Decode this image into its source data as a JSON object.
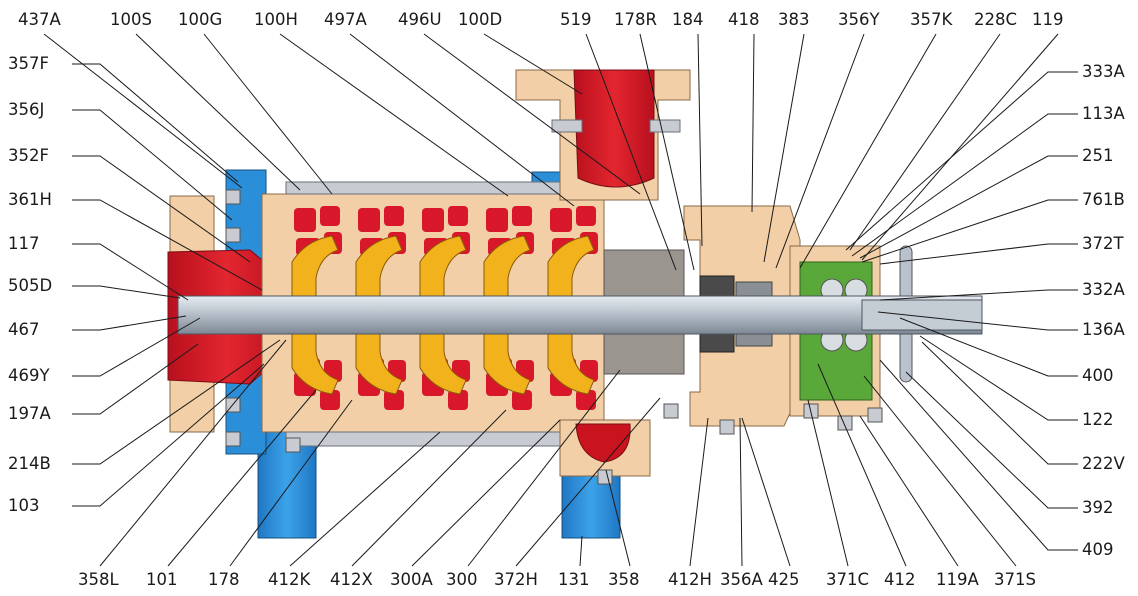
{
  "diagram": {
    "top_labels": [
      "437A",
      "100S",
      "100G",
      "100H",
      "497A",
      "496U",
      "100D",
      "519",
      "178R",
      "184",
      "418",
      "383",
      "356Y",
      "357K",
      "228C",
      "119"
    ],
    "left_labels": [
      "357F",
      "356J",
      "352F",
      "361H",
      "117",
      "505D",
      "467",
      "469Y",
      "197A",
      "214B",
      "103"
    ],
    "right_labels": [
      "333A",
      "113A",
      "251",
      "761B",
      "372T",
      "332A",
      "136A",
      "400",
      "122",
      "222V",
      "392",
      "409"
    ],
    "bottom_labels": [
      "358L",
      "101",
      "178",
      "412K",
      "412X",
      "300A",
      "300",
      "372H",
      "131",
      "358",
      "412H",
      "356A",
      "425",
      "371C",
      "412",
      "119A",
      "371S"
    ]
  },
  "colors": {
    "casing": "#f2cfa6",
    "casing_stroke": "#8a6a4a",
    "impeller_red": "#d8182a",
    "impeller_gold": "#f2b21b",
    "shaft": "#b9c2cc",
    "motor_blue": "#2a8fd8",
    "bearing_green": "#5aa83a",
    "leader_line": "#1a1a1a"
  }
}
